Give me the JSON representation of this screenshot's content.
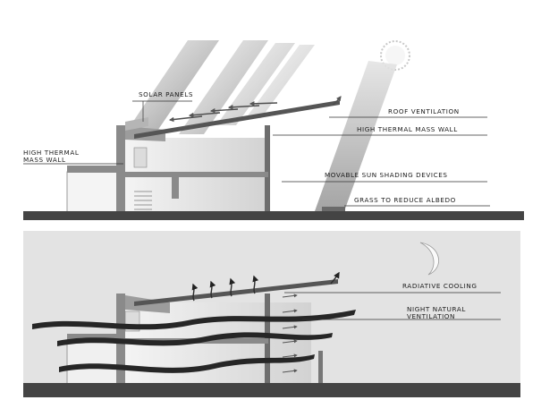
{
  "day_panel": {
    "labels": {
      "solar_panels": "SOLAR PANELS",
      "roof_ventilation": "ROOF VENTILATION",
      "high_thermal_mass_wall_right": "HIGH THERMAL MASS WALL",
      "high_thermal_mass_wall_left_line1": "HIGH THERMAL",
      "high_thermal_mass_wall_left_line2": "MASS WALL",
      "movable_sun_shading": "MOVABLE SUN SHADING DEVICES",
      "grass": "GRASS TO REDUCE ALBEDO"
    },
    "icons": {
      "sky_body": "sun-icon"
    }
  },
  "night_panel": {
    "labels": {
      "radiative_cooling": "RADIATIVE COOLING",
      "night_ventilation_line1": "NIGHT NATURAL",
      "night_ventilation_line2": "VENTILATION"
    },
    "icons": {
      "sky_body": "crescent-moon-icon"
    }
  },
  "colors": {
    "night_background": "#e3e3e3",
    "ground": "#444444",
    "wall": "#8a8a8a",
    "sun_ray": "#bdbdbd",
    "airflow": "#262626"
  }
}
